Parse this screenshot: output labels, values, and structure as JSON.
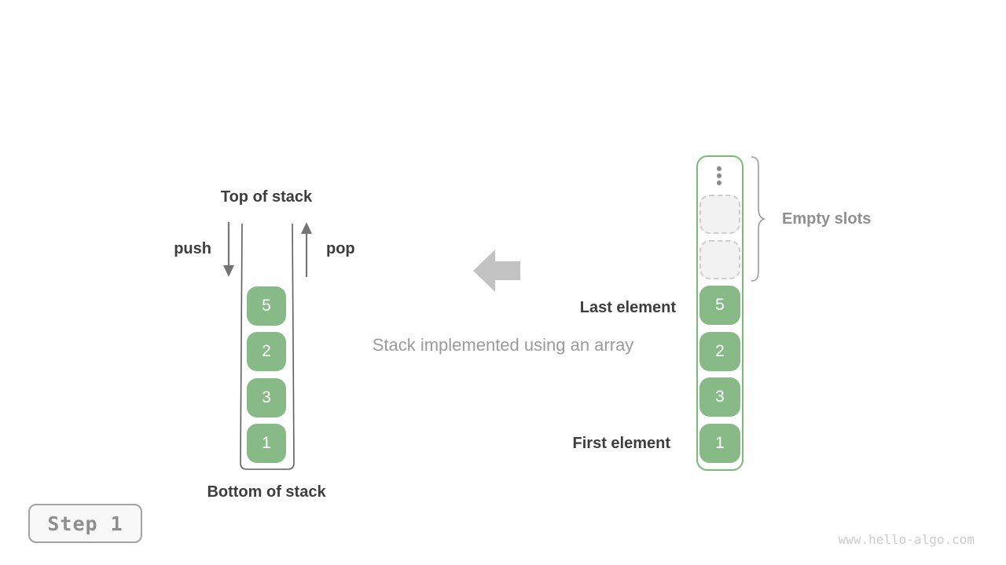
{
  "diagram_title": "Stack implemented using an array",
  "left_stack": {
    "top_label": "Top of stack",
    "bottom_label": "Bottom of stack",
    "push_label": "push",
    "pop_label": "pop",
    "items": [
      "5",
      "2",
      "3",
      "1"
    ]
  },
  "right_array": {
    "items": [
      "5",
      "2",
      "3",
      "1"
    ],
    "empty_slot_count": 2,
    "last_element_label": "Last element",
    "first_element_label": "First element",
    "empty_slots_label": "Empty slots"
  },
  "caption": "Stack implemented using an array",
  "step_badge_label": "Step 1",
  "watermark": "www.hello-algo.com",
  "icons": {
    "push_arrow": "arrow-down",
    "pop_arrow": "arrow-up",
    "direction_arrow": "block-arrow-left",
    "ellipsis": "vertical-ellipsis",
    "brace": "right-curly-brace"
  },
  "colors": {
    "element_green": "#87ba87",
    "array_border_green": "#79b979",
    "empty_slot_fill": "#f2f2f2",
    "empty_slot_border": "#cdcdcd",
    "dark_label": "#3d3d3d",
    "gray_label": "#8f8f8f",
    "caption_gray": "#9b9b9b",
    "small_arrow_gray": "#757575",
    "big_arrow_gray": "#c3c3c3",
    "stack_wall_gray": "#5f5f5f",
    "step_text_gray": "#8e8e8e",
    "watermark_gray": "#cbcbcb",
    "background": "#ffffff"
  }
}
